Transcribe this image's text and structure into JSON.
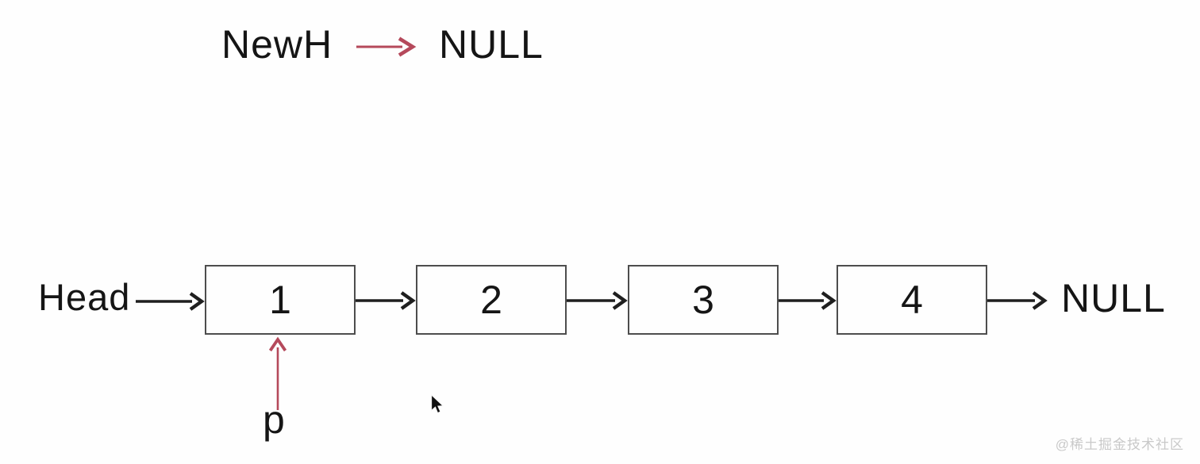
{
  "diagram": {
    "title_hint": "singly linked list with head-insert pointers",
    "new_head_pointer": {
      "label": "NewH",
      "points_to": "NULL"
    },
    "linked_list": {
      "head_label": "Head",
      "nodes": [
        "1",
        "2",
        "3",
        "4"
      ],
      "terminator": "NULL"
    },
    "p_pointer": {
      "label": "p",
      "points_to_node": "1"
    }
  },
  "watermark": "@稀土掘金技术社区",
  "colors": {
    "arrow_black": "#1f1f1f",
    "arrow_red": "#b5495b",
    "box_border": "#4d4d4d",
    "watermark_gray": "#c9c9c9",
    "background": "#fefefe"
  }
}
